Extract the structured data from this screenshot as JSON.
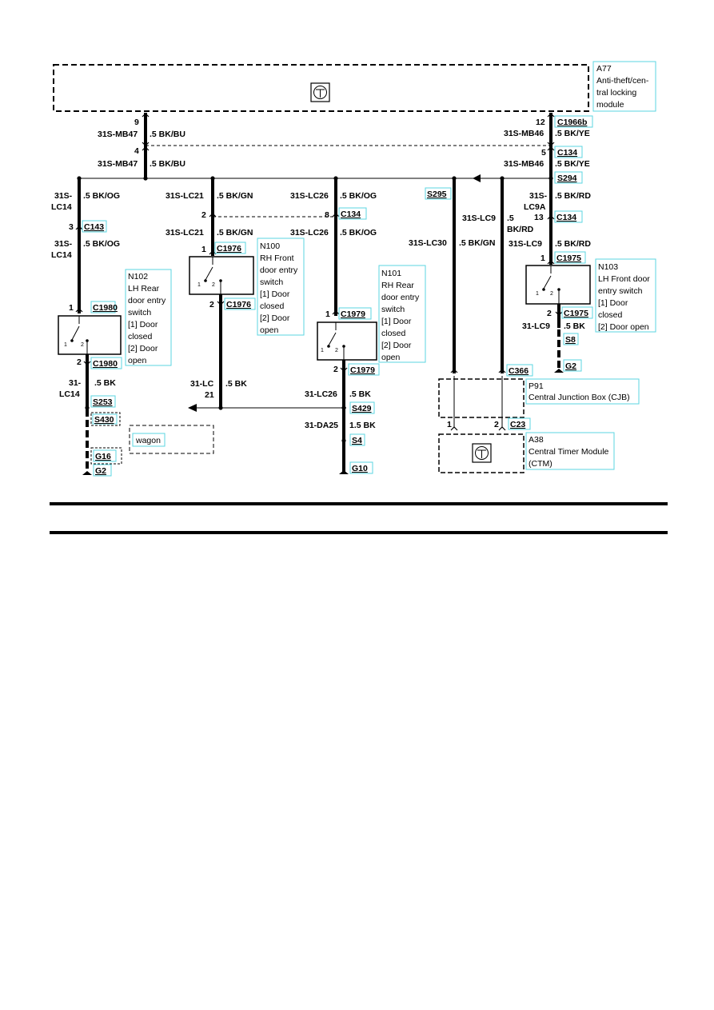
{
  "components": {
    "a77": {
      "id": "A77",
      "lines": [
        "Anti-theft/cen-",
        "tral locking",
        "module"
      ]
    },
    "n102": {
      "id": "N102",
      "lines": [
        "LH Rear",
        "door entry",
        "switch",
        "[1] Door",
        "closed",
        "[2] Door",
        "open"
      ]
    },
    "n100": {
      "id": "N100",
      "lines": [
        "RH Front",
        "door entry",
        "switch",
        "[1] Door",
        "closed",
        "[2] Door",
        "open"
      ]
    },
    "n101": {
      "id": "N101",
      "lines": [
        "RH Rear",
        "door entry",
        "switch",
        "[1] Door",
        "closed",
        "[2] Door",
        "open"
      ]
    },
    "n103": {
      "id": "N103",
      "lines": [
        "LH Front door",
        "entry switch",
        "[1] Door",
        "closed",
        "[2] Door open"
      ]
    },
    "p91": {
      "id": "P91",
      "lines": [
        "Central Junction Box (CJB)"
      ]
    },
    "a38": {
      "id": "A38",
      "lines": [
        "Central Timer Module",
        "(CTM)"
      ]
    },
    "wagon": "wagon"
  },
  "connectors": {
    "c1966b": "C1966b",
    "c134a": "C134",
    "s294": "S294",
    "c134b": "C134",
    "s295": "S295",
    "c143": "C143",
    "c1980a": "C1980",
    "c1980b": "C1980",
    "c1976a": "C1976",
    "c1976b": "C1976",
    "c1979a": "C1979",
    "c1979b": "C1979",
    "c1975a": "C1975",
    "c1975b": "C1975",
    "s8": "S8",
    "g2a": "G2",
    "c366": "C366",
    "c23": "C23",
    "s429": "S429",
    "s4": "S4",
    "g10": "G10",
    "s253": "S253",
    "s430": "S430",
    "g16": "G16",
    "g2b": "G2"
  },
  "pins": {
    "p9": "9",
    "p4": "4",
    "p12": "12",
    "p5": "5",
    "p3": "3",
    "p1_n102": "1",
    "p2_n102": "2",
    "p2_c134": "2",
    "p8_c134": "8",
    "p1_n100": "1",
    "p2_n100": "2",
    "p1_n101": "1",
    "p2_n101": "2",
    "p13": "13",
    "p1_n103": "1",
    "p2_n103": "2",
    "p1_c23": "1",
    "p2_c23": "2"
  },
  "wires": {
    "mb47a": "31S-MB47",
    "mb47a_s": ".5 BK/BU",
    "mb47b": "31S-MB47",
    "mb47b_s": ".5 BK/BU",
    "mb46a": "31S-MB46",
    "mb46a_s": ".5 BK/YE",
    "mb46b": "31S-MB46",
    "mb46b_s": ".5 BK/YE",
    "lc14a_1": "31S-",
    "lc14a_2": "LC14",
    "lc14a_s": ".5 BK/OG",
    "lc14b_1": "31S-",
    "lc14b_2": "LC14",
    "lc14b_s": ".5 BK/OG",
    "lc21a": "31S-LC21",
    "lc21a_s": ".5 BK/GN",
    "lc21b": "31S-LC21",
    "lc21b_s": ".5 BK/GN",
    "lc26a": "31S-LC26",
    "lc26a_s": ".5 BK/OG",
    "lc26b": "31S-LC26",
    "lc26b_s": ".5 BK/OG",
    "lc9a_1": "31S-",
    "lc9a_2": "LC9A",
    "lc9a_s": ".5 BK/RD",
    "lc9": "31S-LC9",
    "lc9_s1": ".5",
    "lc9_s2": "BK/RD",
    "lc30": "31S-LC30",
    "lc30_s": ".5 BK/GN",
    "lc9b": "31S-LC9",
    "lc9b_s": ".5 BK/RD",
    "g_lc9": "31-LC9",
    "g_lc9_s": ".5 BK",
    "g_lc14_1": "31-",
    "g_lc14_2": "LC14",
    "g_lc14_s": ".5 BK",
    "g_lc21_1": "31-LC",
    "g_lc21_2": "21",
    "g_lc21_s": ".5 BK",
    "g_lc26": "31-LC26",
    "g_lc26_s": ".5 BK",
    "g_da25": "31-DA25",
    "g_da25_s": "1.5 BK"
  },
  "switch_pins": {
    "one": "1",
    "two": "2"
  }
}
